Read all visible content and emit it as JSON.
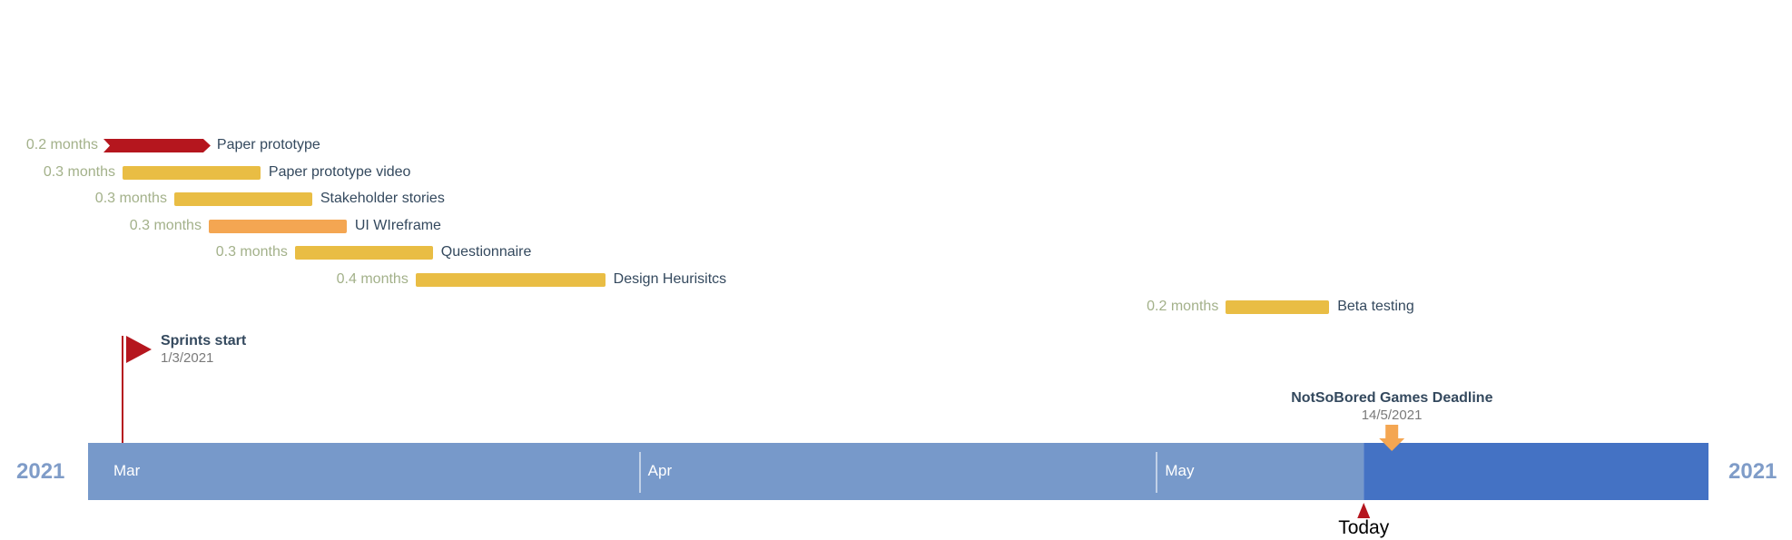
{
  "chart_data": {
    "type": "gantt",
    "year": "2021",
    "months": [
      "Mar",
      "Apr",
      "May"
    ],
    "tasks": [
      {
        "name": "Paper prototype",
        "duration": "0.2 months",
        "start": "2021-03-01",
        "end": "2021-03-07",
        "color": "#b5161e",
        "style": "chevron"
      },
      {
        "name": "Paper prototype video",
        "duration": "0.3 months",
        "start": "2021-03-02",
        "end": "2021-03-10",
        "color": "#e9bd44",
        "style": "bar"
      },
      {
        "name": "Stakeholder stories",
        "duration": "0.3 months",
        "start": "2021-03-05",
        "end": "2021-03-13",
        "color": "#e9bd44",
        "style": "bar"
      },
      {
        "name": "UI WIreframe",
        "duration": "0.3 months",
        "start": "2021-03-07",
        "end": "2021-03-15",
        "color": "#f4a652",
        "style": "bar"
      },
      {
        "name": "Questionnaire",
        "duration": "0.3 months",
        "start": "2021-03-12",
        "end": "2021-03-20",
        "color": "#e9bd44",
        "style": "bar"
      },
      {
        "name": "Design Heurisitcs",
        "duration": "0.4 months",
        "start": "2021-03-19",
        "end": "2021-03-30",
        "color": "#e9bd44",
        "style": "bar"
      },
      {
        "name": "Beta testing",
        "duration": "0.2 months",
        "start": "2021-05-05",
        "end": "2021-05-11",
        "color": "#e9bd44",
        "style": "bar"
      }
    ],
    "milestones": [
      {
        "name": "Sprints start",
        "date": "1/3/2021",
        "iso": "2021-03-01",
        "color": "#b5161e",
        "style": "flag"
      },
      {
        "name": "NotSoBored Games Deadline",
        "date": "14/5/2021",
        "iso": "2021-05-14",
        "color": "#f4a652",
        "style": "arrow"
      }
    ],
    "today": {
      "label": "Today",
      "iso": "2021-05-13",
      "color": "#b5161e"
    },
    "timeline": {
      "start": "2021-02-28",
      "end": "2021-06-02",
      "past_color": "#7799ca",
      "future_color": "#4472c4"
    }
  }
}
